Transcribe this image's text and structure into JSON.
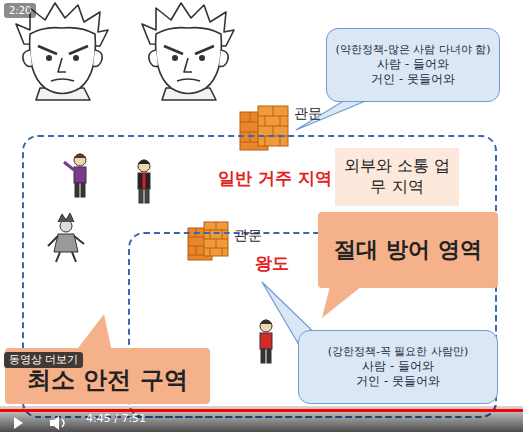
{
  "diagram": {
    "nodes": [
      {
        "text": [
          "(약한정책-많은 사람 다녀야 함)",
          "사람 - 들어와",
          "거인 - 못들어와"
        ]
      },
      {
        "text": [
          "일반 거주 지역"
        ]
      },
      {
        "text": [
          "외부와 소통 업무 지역"
        ],
        "in": 1
      },
      {
        "text": [
          "왕도"
        ],
        "in": 1
      },
      {
        "text": [
          "절대 방어 영역"
        ],
        "in": 3
      },
      {
        "text": [
          "(강한정책-꼭 필요한 사람만)",
          "사람 - 들어와",
          "거인 - 못들어와"
        ],
        "in": 3
      },
      {
        "text": [
          "최소 안전 구역"
        ]
      }
    ],
    "labels": [
      "관문",
      "관문",
      "2:20",
      "동영상 더보기",
      "4:45 / 7:51"
    ]
  }
}
